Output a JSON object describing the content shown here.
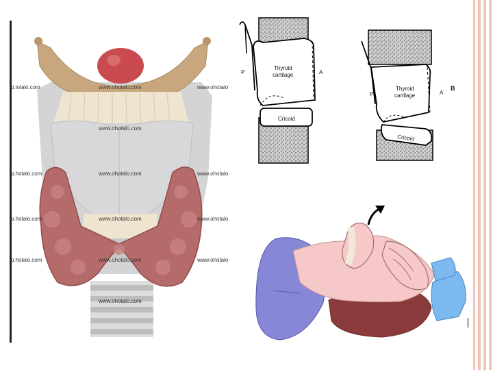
{
  "thyroid_image": {
    "watermarks": [
      "www.ohotalo.com",
      "www.ohotalo.com",
      "www.ohotalo.com",
      "www.ohotalo.com",
      "www.ohotalo.com",
      "www.ohotalo.com"
    ],
    "edge_text": [
      "p.lotaki.com",
      "www.ohotalo",
      "p.hotaki.com",
      "www.ohotalo",
      "p.hotaki.com",
      "www.ohotalo",
      "p.hotaki.com",
      "www.ohotalo"
    ],
    "colors": {
      "hyoid": "#c9a77e",
      "epiglottis": "#c94a4f",
      "cartilage": "#cfcfd1",
      "gland": "#b66b6b",
      "ligament": "#efe4cf"
    }
  },
  "diagram_a": {
    "thyroid_label": "Thyroid\ncartilage",
    "cricoid_label": "Cricoid",
    "p_label": "P",
    "a_label": "A"
  },
  "diagram_b": {
    "thyroid_label": "Thyroid\ncartilage",
    "cricoid_label": "Cricoid",
    "p_label": "P",
    "a_label": "A",
    "b_label": "B"
  },
  "manoeuvre_image": {
    "colors": {
      "pillow": "#8787d8",
      "skin": "#f7c8c8",
      "collar": "#7cb9f0",
      "shirt": "#8b3b3b"
    }
  }
}
